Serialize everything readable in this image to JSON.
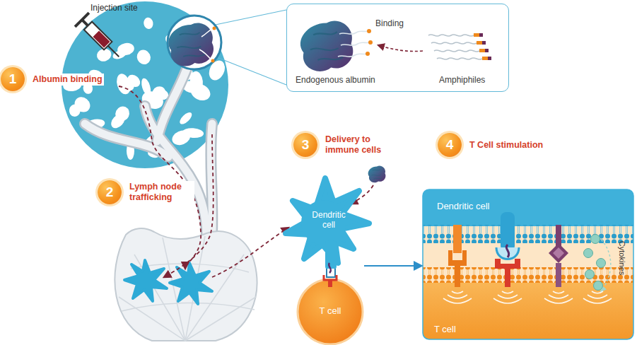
{
  "diagram": {
    "nodes": [
      {
        "text": [
          "1",
          "Albumin binding"
        ]
      },
      {
        "text": [
          "Binding",
          "Endogenous albumin",
          "Amphiphiles"
        ]
      },
      {
        "text": [
          "2",
          "Lymph node trafficking"
        ]
      },
      {
        "text": [
          "3",
          "Delivery to immune cells"
        ]
      },
      {
        "text": [
          "4",
          "T Cell stimulation"
        ]
      },
      {
        "text": [
          "Dendritic cell"
        ]
      },
      {
        "text": [
          "T cell"
        ]
      },
      {
        "text": [
          "Cytokines"
        ]
      },
      {
        "text": [
          "Dendritic cell"
        ],
        "in": 7
      },
      {
        "text": [
          "T cell"
        ],
        "in": 7
      }
    ],
    "edges": [
      {
        "from": 5,
        "to": 7,
        "arrow": "to"
      }
    ],
    "labels": [
      "Injection site"
    ]
  }
}
